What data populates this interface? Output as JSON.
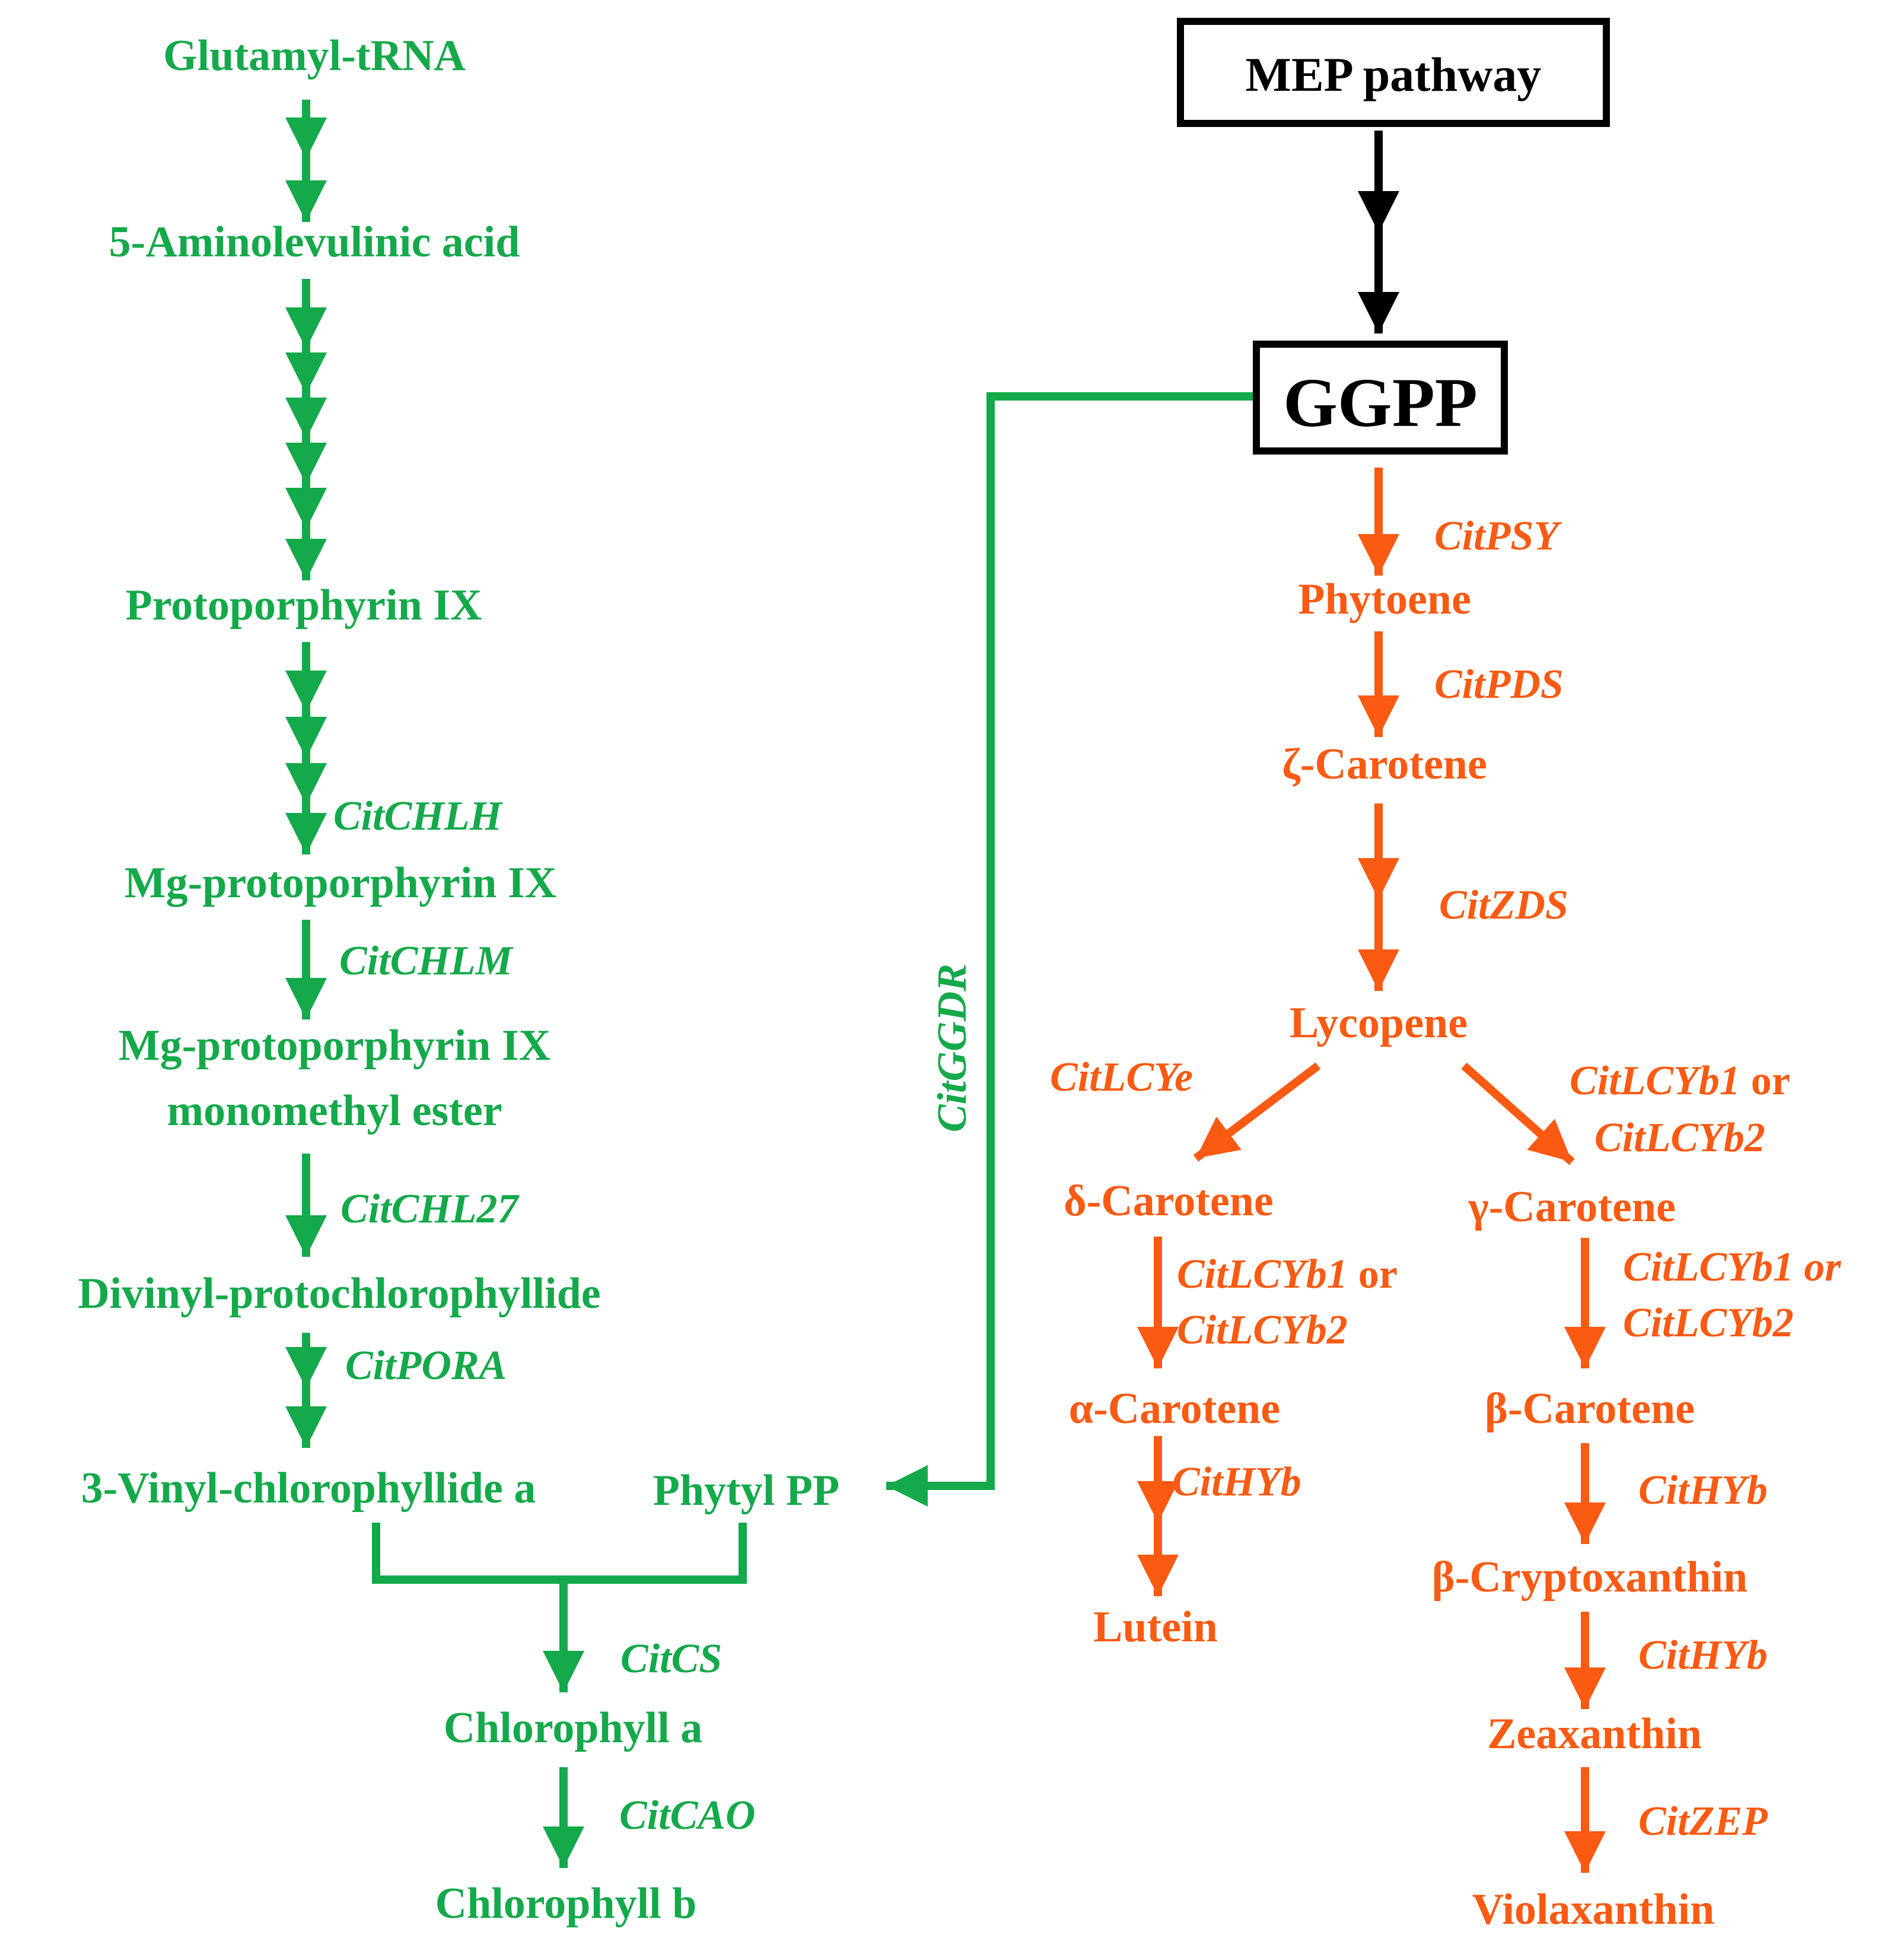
{
  "colors": {
    "chlorophyll": "#14a94a",
    "carotenoid": "#fa5a12",
    "black": "#000000"
  },
  "boxes": {
    "mep": "MEP pathway",
    "ggpp": "GGPP"
  },
  "chlorophyll": {
    "glutamyl_trna": "Glutamyl-tRNA",
    "ala": "5-Aminolevulinic acid",
    "protoporphyrin": "Protoporphyrin IX",
    "mg_proto": "Mg-protoporphyrin IX",
    "mg_proto_me_1": "Mg-protoporphyrin IX",
    "mg_proto_me_2": "monomethyl ester",
    "divinyl": "Divinyl-protochlorophyllide",
    "vinyl_chlide": "3-Vinyl-chlorophyllide a",
    "phytyl_pp": "Phytyl PP",
    "chl_a": "Chlorophyll a",
    "chl_b": "Chlorophyll b",
    "enzymes": {
      "chlh": "CitCHLH",
      "chlm": "CitCHLM",
      "chl27": "CitCHL27",
      "pora": "CitPORA",
      "cs": "CitCS",
      "cao": "CitCAO",
      "ggdr": "CitGGDR"
    }
  },
  "carotenoid": {
    "phytoene": "Phytoene",
    "zeta": "ζ-Carotene",
    "lycopene": "Lycopene",
    "delta": "δ-Carotene",
    "gamma": "γ-Carotene",
    "alpha": "α-Carotene",
    "beta": "β-Carotene",
    "lutein": "Lutein",
    "cryptoxanthin": "β-Cryptoxanthin",
    "zeaxanthin": "Zeaxanthin",
    "violaxanthin": "Violaxanthin",
    "enzymes": {
      "psy": "CitPSY",
      "pds": "CitPDS",
      "zds": "CitZDS",
      "lcye": "CitLCYe",
      "lcyb1": "CitLCYb1",
      "or_word": "or",
      "lcyb2": "CitLCYb2",
      "lcyb1_or": "CitLCYb1 or",
      "hyb": "CitHYb",
      "zep": "CitZEP"
    }
  }
}
